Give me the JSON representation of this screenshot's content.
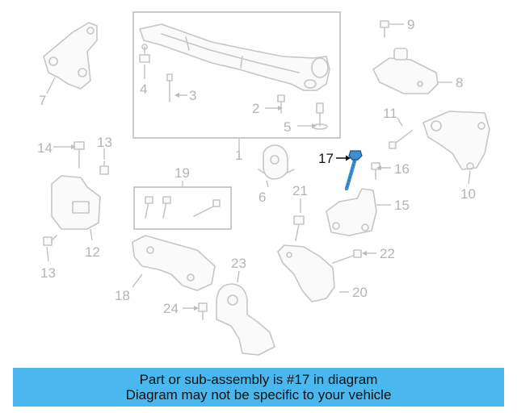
{
  "callouts": {
    "c1": "1",
    "c2": "2",
    "c3": "3",
    "c4": "4",
    "c5": "5",
    "c6": "6",
    "c7": "7",
    "c8": "8",
    "c9": "9",
    "c10": "10",
    "c11": "11",
    "c12": "12",
    "c13a": "13",
    "c13b": "13",
    "c14": "14",
    "c15": "15",
    "c16": "16",
    "c17": "17",
    "c18": "18",
    "c19": "19",
    "c20": "20",
    "c21": "21",
    "c22": "22",
    "c23": "23",
    "c24": "24"
  },
  "highlight": {
    "part_number": "17",
    "color": "#3b8fd4"
  },
  "banner": {
    "line1": "Part or sub-assembly is #17 in diagram",
    "line2": "Diagram may not be specific to your vehicle",
    "background": "#4ab8ef"
  }
}
